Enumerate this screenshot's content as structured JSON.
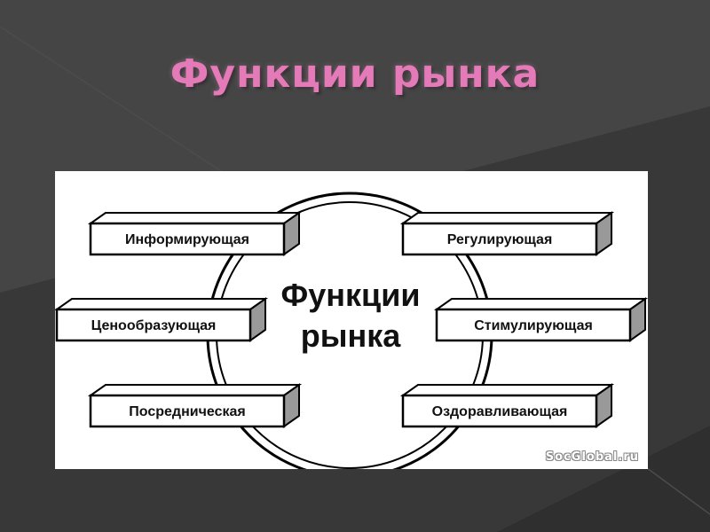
{
  "slide": {
    "title": "Функции рынка",
    "title_color": "#e47bb8",
    "background_color": "#3d3d3d"
  },
  "diagram": {
    "center": {
      "line1": "Функции",
      "line2": "рынка"
    },
    "left_boxes": [
      "Информирующая",
      "Ценообразующая",
      "Посредническая"
    ],
    "right_boxes": [
      "Регулирующая",
      "Стимулирующая",
      "Оздоравливающая"
    ],
    "watermark": "SocGlobal.ru"
  }
}
